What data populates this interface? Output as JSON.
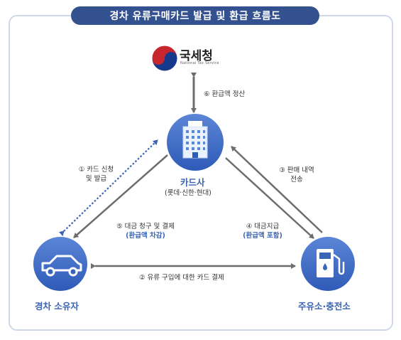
{
  "title": "경차 유류구매카드 발급 및 환급 흐름도",
  "nts": {
    "name": "국세청",
    "sub": "National Tax Service"
  },
  "card_company": {
    "name": "카드사",
    "sub": "(롯데·신한·현대)"
  },
  "owner": {
    "name": "경차 소유자"
  },
  "station": {
    "name": "주유소·충전소"
  },
  "steps": {
    "s1": {
      "line1": "① 카드 신청",
      "line2": "및 발급"
    },
    "s2": {
      "text": "② 유류 구입에 대한 카드 결제"
    },
    "s3": {
      "line1": "③ 판매 내역",
      "line2": "전송"
    },
    "s4": {
      "line1": "④ 대금지급",
      "line2": "(환급액 포함)"
    },
    "s5": {
      "line1": "⑤ 대금 청구 및 결제",
      "line2": "(환급액 차감)"
    },
    "s6": {
      "text": "⑥ 환급액 정산"
    }
  },
  "colors": {
    "title_bg": "#33508f",
    "node_blue": "#3a64b5",
    "arrow_gray": "#6d6d6d",
    "dotted_blue": "#3a64b5",
    "frame": "#cfd8ea"
  }
}
